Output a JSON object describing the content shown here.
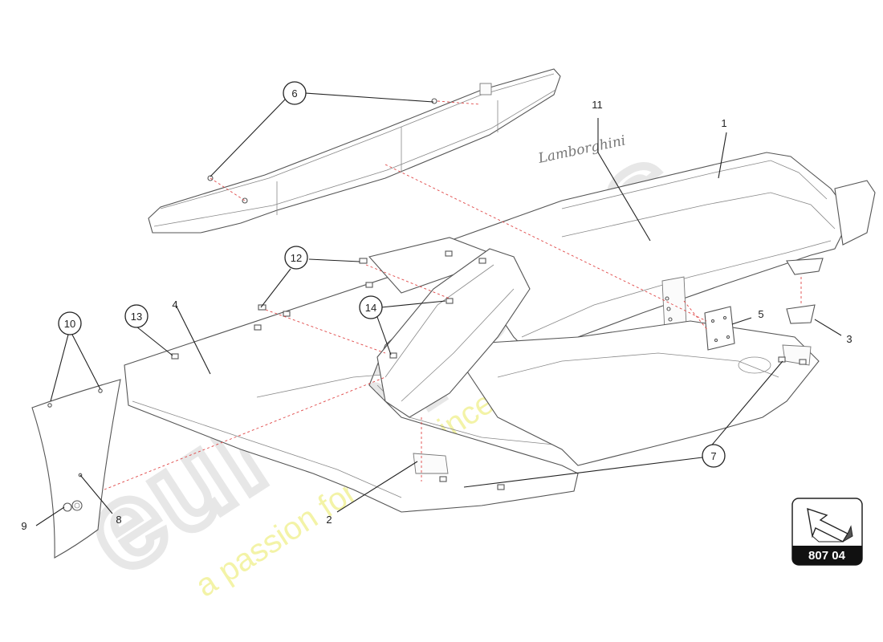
{
  "callouts": [
    {
      "id": "1",
      "label": "1"
    },
    {
      "id": "2",
      "label": "2"
    },
    {
      "id": "3",
      "label": "3"
    },
    {
      "id": "4",
      "label": "4"
    },
    {
      "id": "5",
      "label": "5"
    },
    {
      "id": "6",
      "label": "6"
    },
    {
      "id": "7",
      "label": "7"
    },
    {
      "id": "8",
      "label": "8"
    },
    {
      "id": "9",
      "label": "9"
    },
    {
      "id": "10",
      "label": "10"
    },
    {
      "id": "11",
      "label": "11"
    },
    {
      "id": "12",
      "label": "12"
    },
    {
      "id": "13",
      "label": "13"
    },
    {
      "id": "14",
      "label": "14"
    }
  ],
  "badge": {
    "script_text": "Lamborghini"
  },
  "watermark": {
    "main": "eurospares",
    "tagline": "a passion for parts since 1985"
  },
  "reference": {
    "code": "807 04",
    "icon": "arrow-icon"
  }
}
